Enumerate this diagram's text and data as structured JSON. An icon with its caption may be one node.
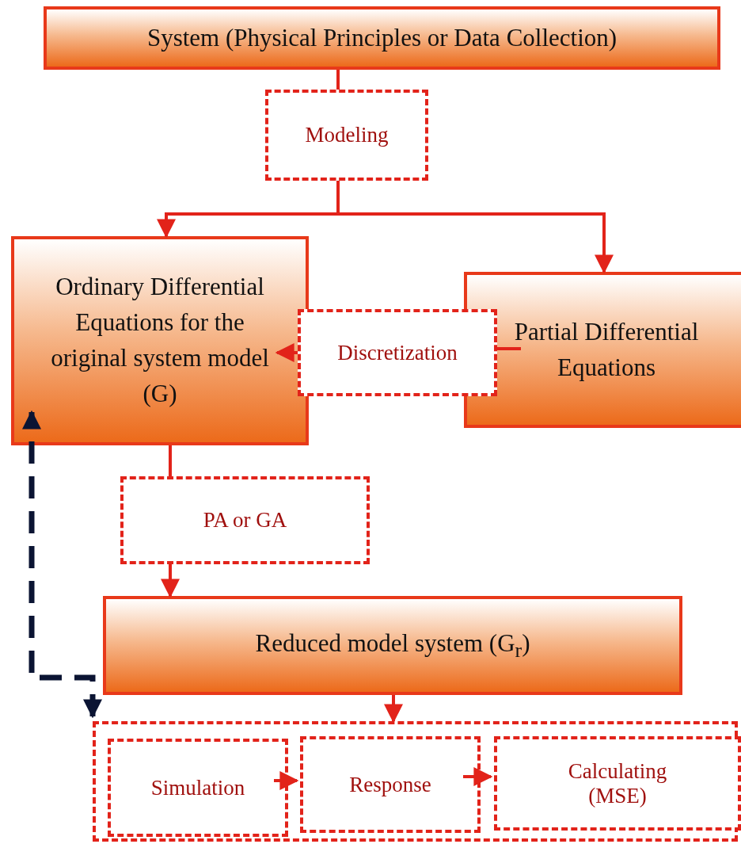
{
  "diagram": {
    "nodes": [
      {
        "text": [
          "System (Physical Principles or Data Collection)"
        ]
      },
      {
        "text": [
          "Modeling"
        ]
      },
      {
        "text": [
          "Ordinary Differential Equations for the original system model (G)"
        ]
      },
      {
        "text": [
          "Partial Differential Equations"
        ]
      },
      {
        "text": [
          "Discretization"
        ]
      },
      {
        "text": [
          "PA or GA"
        ]
      },
      {
        "text": [
          "Reduced model system (G$_{r}$)"
        ]
      },
      {
        "text": [],
        "shape": "box"
      },
      {
        "text": [
          "Simulation"
        ],
        "in": 7
      },
      {
        "text": [
          "Response"
        ],
        "in": 7
      },
      {
        "text": [
          "Calculating (MSE)"
        ],
        "in": 7
      }
    ],
    "edges": [
      {
        "from": 0,
        "to": 1,
        "arrow": "none"
      },
      {
        "from": 1,
        "to": 2,
        "arrow": "to"
      },
      {
        "from": 1,
        "to": 3,
        "arrow": "to"
      },
      {
        "from": 3,
        "to": 4,
        "arrow": "none"
      },
      {
        "from": 4,
        "to": 2,
        "arrow": "to"
      },
      {
        "from": 2,
        "to": 5,
        "arrow": "none"
      },
      {
        "from": 5,
        "to": 6,
        "arrow": "to"
      },
      {
        "from": 6,
        "to": 7,
        "arrow": "to"
      },
      {
        "from": 8,
        "to": 9,
        "arrow": "to"
      },
      {
        "from": 9,
        "to": 10,
        "arrow": "to"
      },
      {
        "from": 7,
        "to": 2,
        "arrow": "both",
        "style": "dashed",
        "color": "#0b1433"
      }
    ]
  }
}
